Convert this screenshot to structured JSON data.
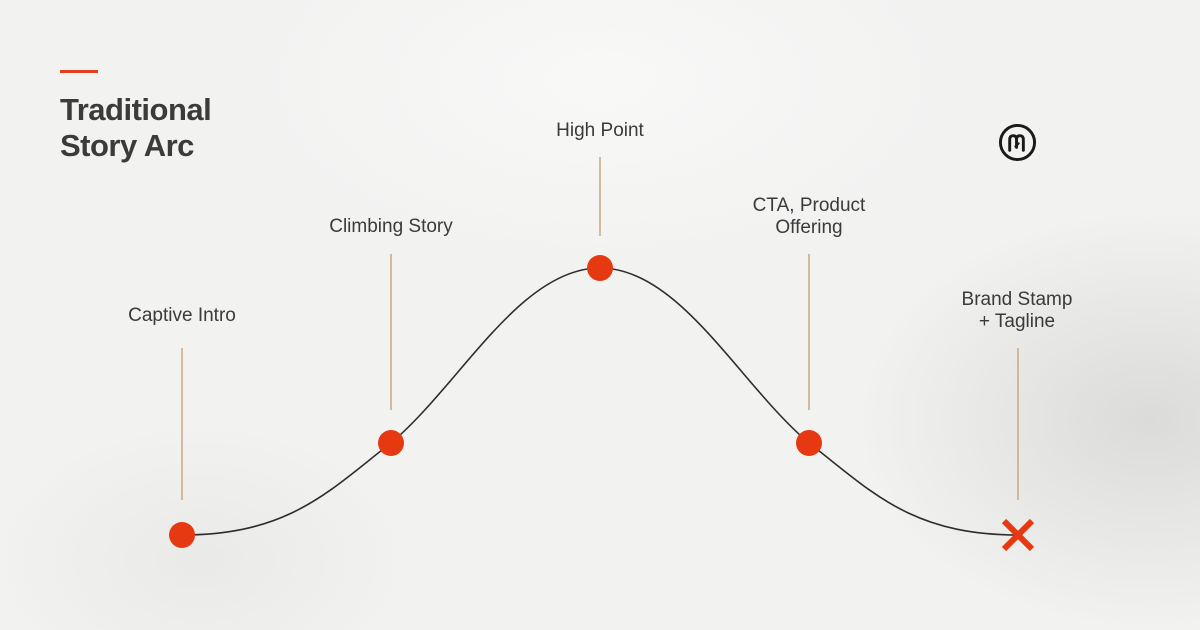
{
  "title": {
    "line1": "Traditional",
    "line2": "Story Arc"
  },
  "stages": [
    {
      "label": "Captive Intro"
    },
    {
      "label": "Climbing Story"
    },
    {
      "label": "High Point"
    },
    {
      "label_line1": "CTA, Product",
      "label_line2": "Offering"
    },
    {
      "label_line1": "Brand Stamp",
      "label_line2": "+ Tagline"
    }
  ],
  "logo": {
    "icon": "brand-m-logo-icon"
  },
  "colors": {
    "accent": "#e2401c",
    "marker": "#e63912",
    "curve": "#2e2e2e",
    "connector": "#c8a882",
    "text": "#3a3a3a"
  }
}
